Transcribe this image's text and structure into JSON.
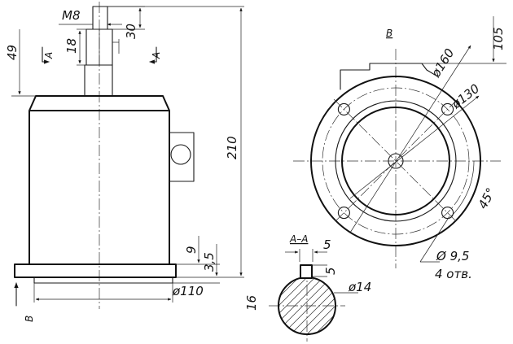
{
  "side_view": {
    "thread": "M8",
    "d18": "18",
    "d30": "30",
    "d49": "49",
    "section_mark": "A",
    "height": "210",
    "d9": "9",
    "d3_5": "3,5",
    "dia110": "ø110",
    "d16": "16",
    "view_mark": "B"
  },
  "flange_view": {
    "title": "B",
    "d105": "105",
    "dia160": "ø160",
    "dia130": "ø130",
    "angle": "45°",
    "hole_dia": "Ø 9,5",
    "hole_count": "4 отв."
  },
  "section_view": {
    "title": "A–A",
    "key_width": "5",
    "key_depth": "5",
    "shaft_dia": "ø14"
  }
}
